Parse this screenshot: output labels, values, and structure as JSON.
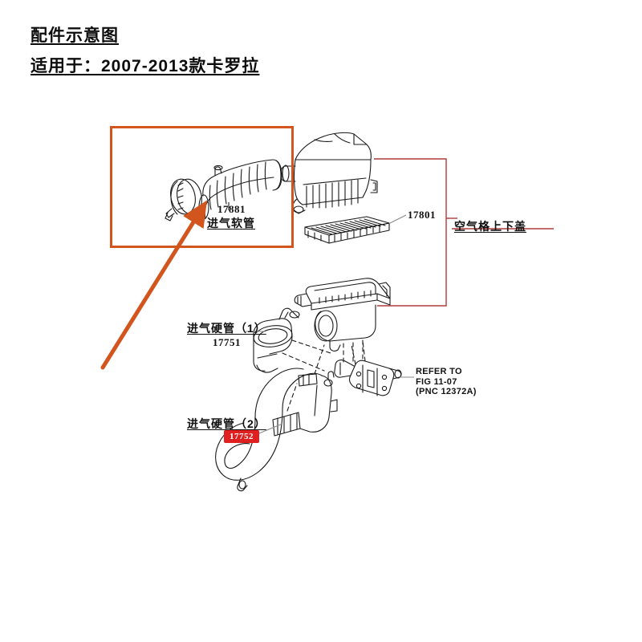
{
  "document": {
    "title_main": "配件示意图",
    "title_sub": "适用于：2007-2013款卡罗拉"
  },
  "colors": {
    "highlight_orange": "#d2551e",
    "bracket_red": "#b03a3a",
    "badge_red": "#e02020",
    "line_black": "#1a1a1a"
  },
  "highlight": {
    "box_name": "intake-hose-highlight-box",
    "arrow_name": "highlight-arrow"
  },
  "callouts": {
    "intake_hose": {
      "number": "17881",
      "label": "进气软管"
    },
    "air_filter_element": {
      "number": "17801"
    },
    "air_cleaner_cover": {
      "label": "空气格上下盖"
    },
    "intake_pipe_1": {
      "label": "进气硬管（1）",
      "number": "17751"
    },
    "intake_pipe_2": {
      "label": "进气硬管（2）",
      "number": "17752"
    },
    "refer_to": {
      "line1": "REFER TO",
      "line2": "FIG 11-07",
      "line3": "(PNC 12372A)"
    }
  },
  "parts": [
    {
      "name": "hose-clamp",
      "type": "clamp"
    },
    {
      "name": "corrugated-intake-hose",
      "type": "hose"
    },
    {
      "name": "air-cleaner-case-upper",
      "type": "case"
    },
    {
      "name": "air-filter-element",
      "type": "filter"
    },
    {
      "name": "air-cleaner-case-lower",
      "type": "case"
    },
    {
      "name": "intake-pipe-upper",
      "type": "pipe"
    },
    {
      "name": "intake-pipe-lower",
      "type": "pipe"
    },
    {
      "name": "mounting-bracket",
      "type": "bracket"
    }
  ]
}
